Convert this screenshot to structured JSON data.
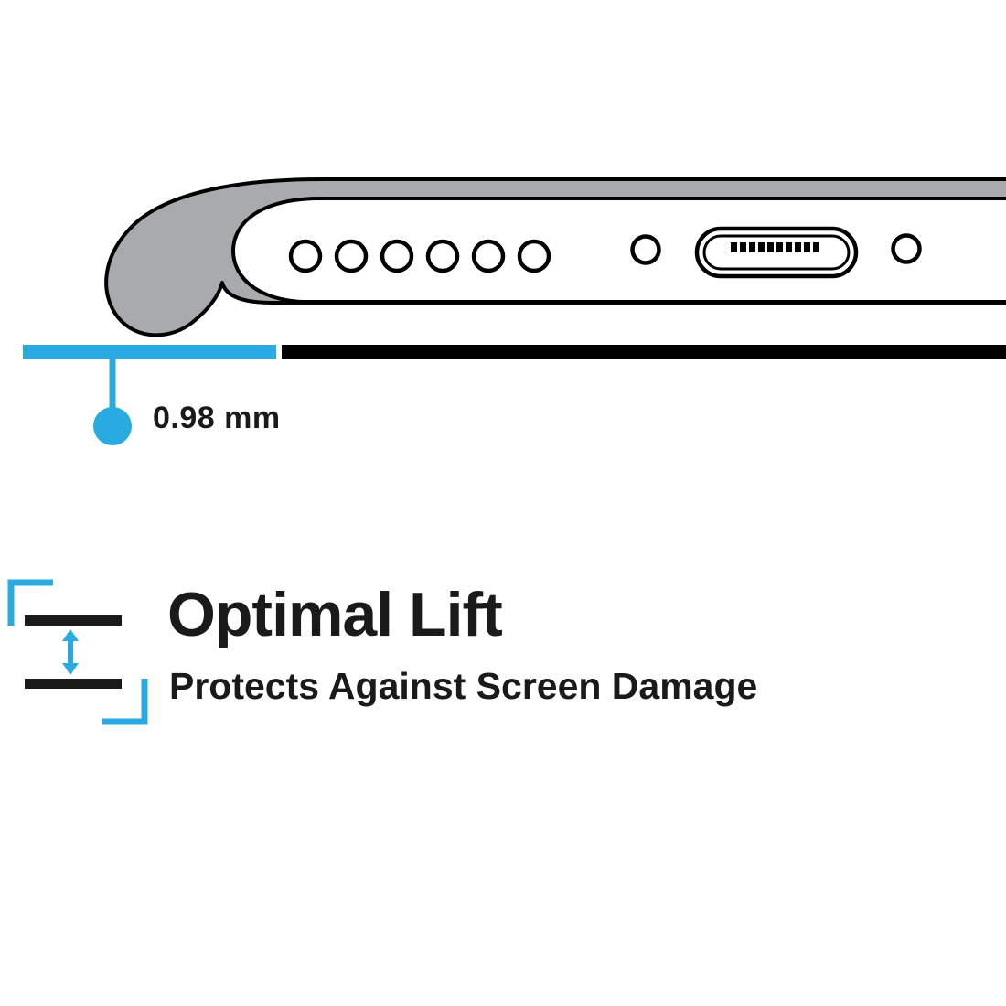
{
  "colors": {
    "accent_cyan": "#29ABE2",
    "ink": "#1A1A1A",
    "case_gray": "#A8AAAD",
    "outline_black": "#000000"
  },
  "illustration": {
    "name": "phone-bottom-edge-in-case",
    "speaker_hole_count": 6,
    "port_pin_count": 10
  },
  "measurement": {
    "label": "0.98 mm"
  },
  "feature": {
    "title": "Optimal Lift",
    "subtitle": "Protects Against Screen Damage"
  }
}
